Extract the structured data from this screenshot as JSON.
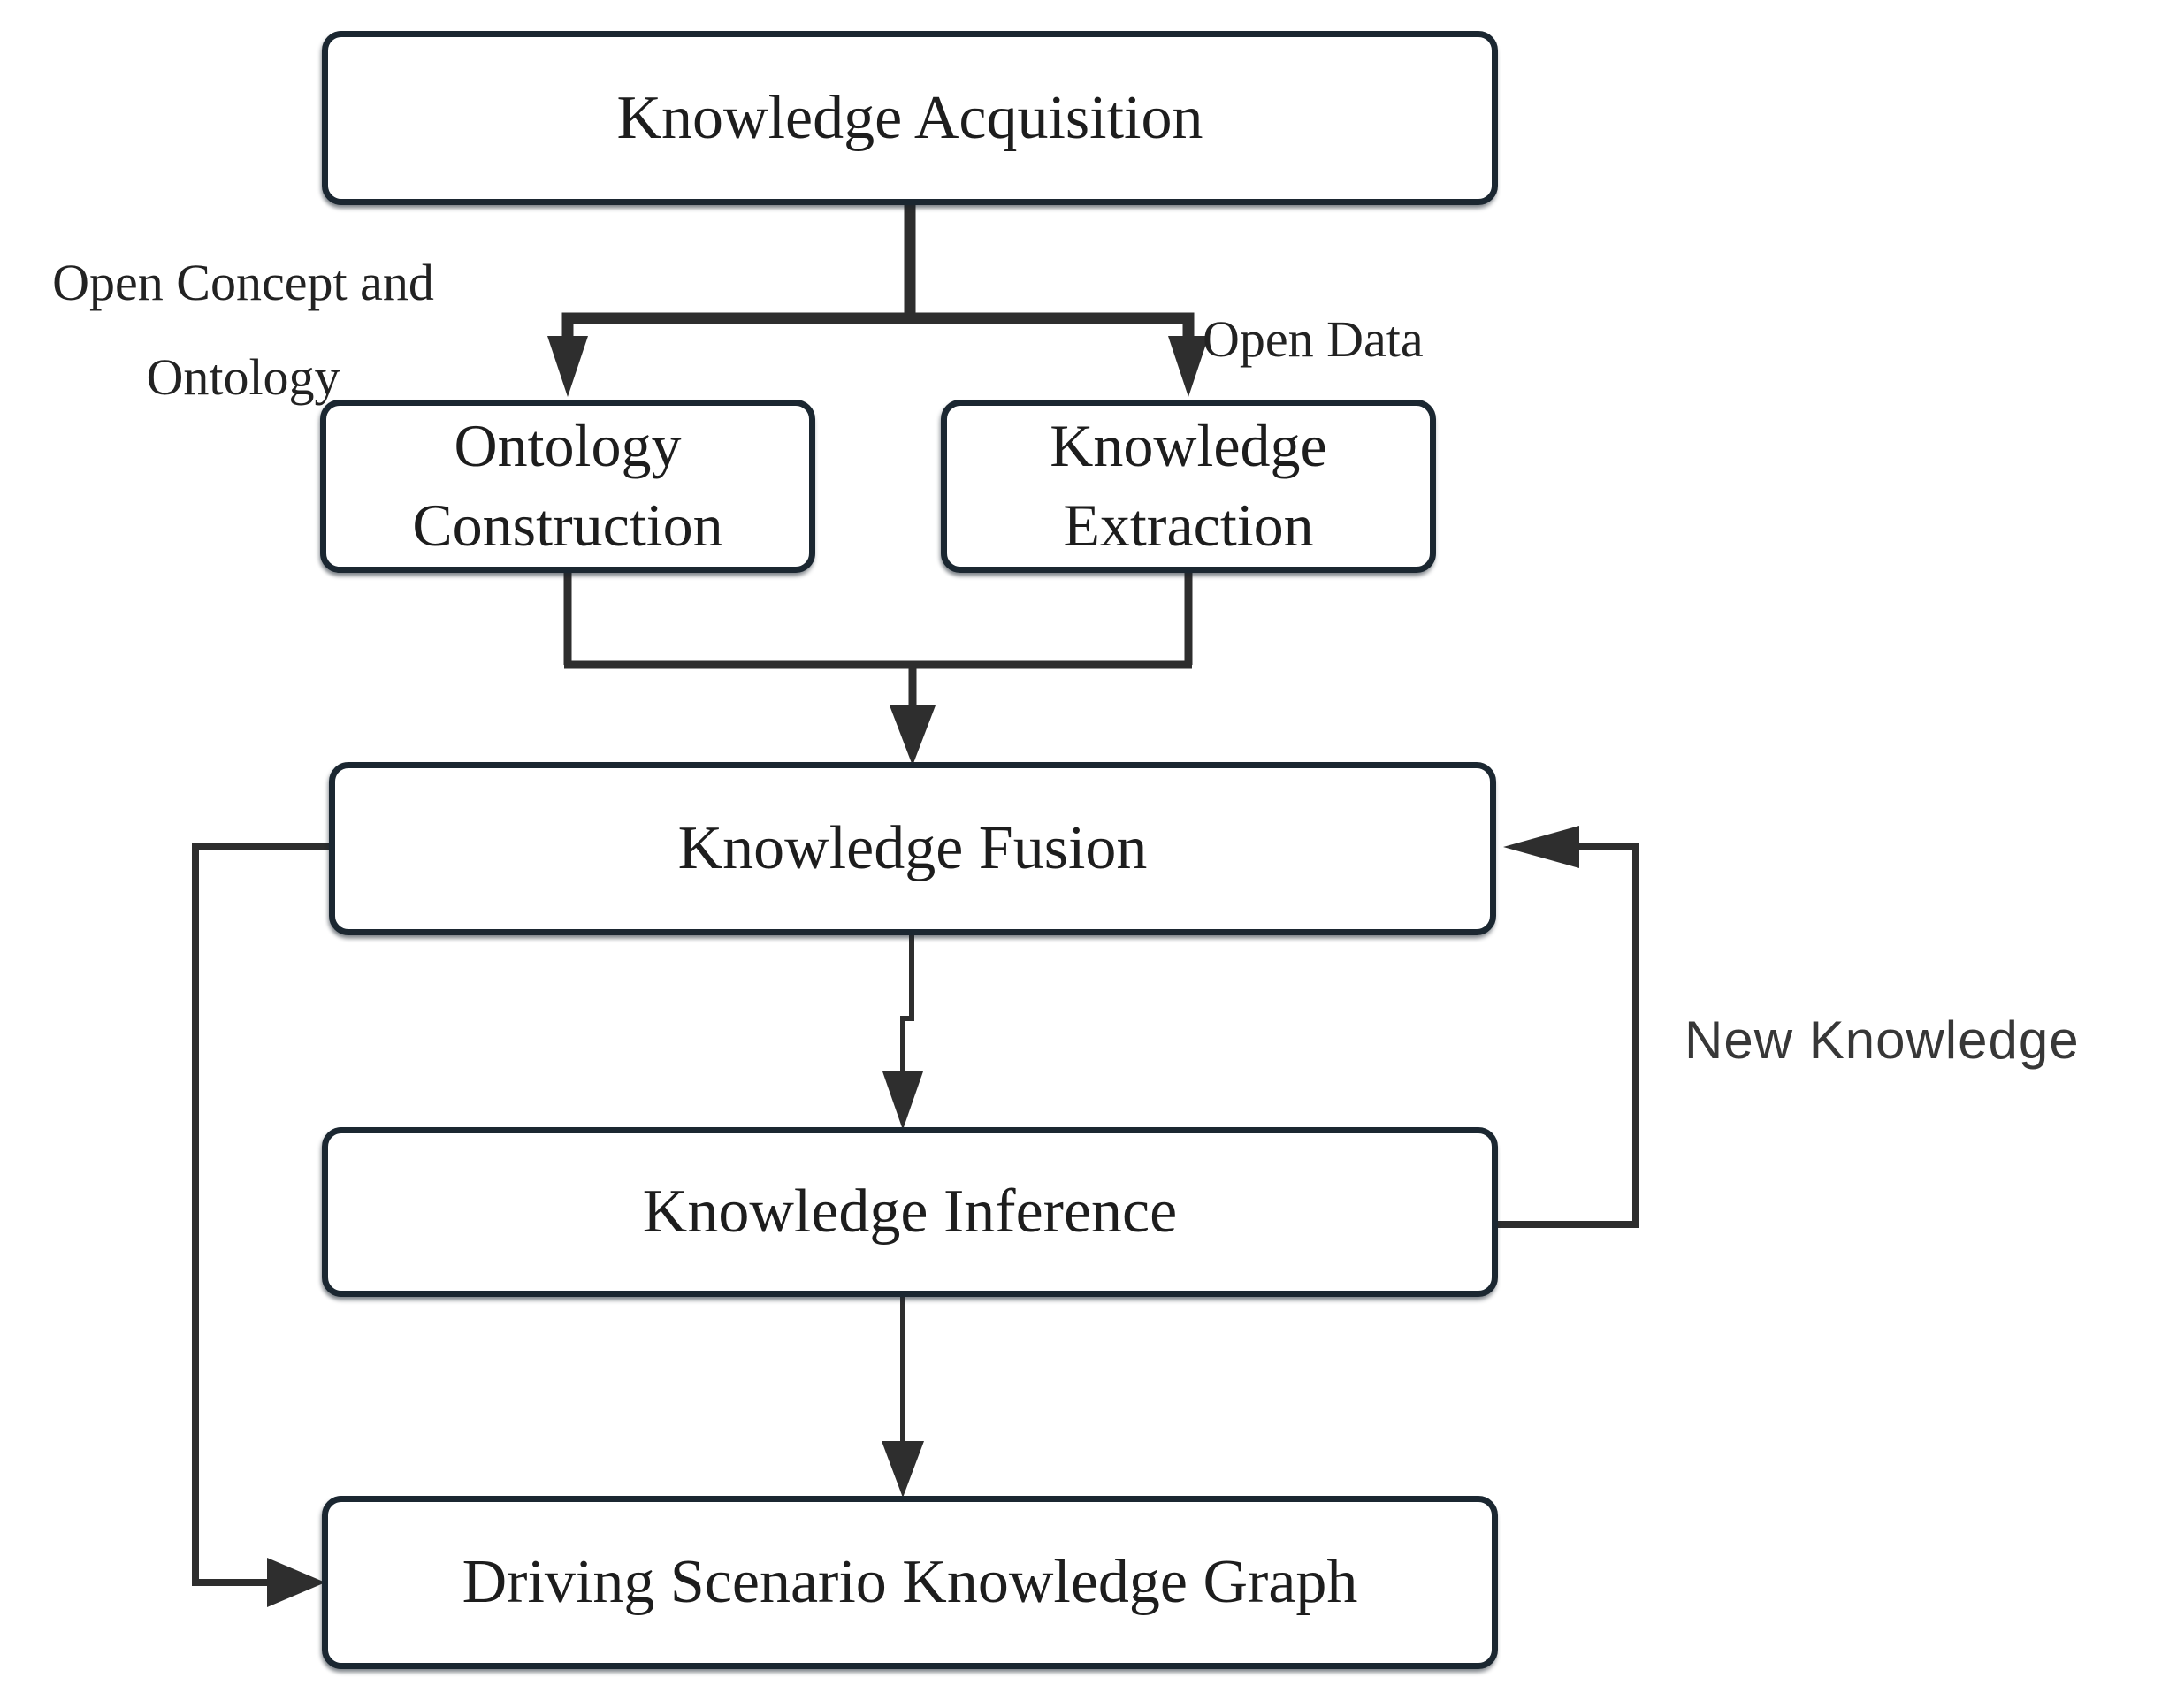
{
  "figure": {
    "type": "flowchart",
    "nodes": {
      "knowledge_acquisition": "Knowledge Acquisition",
      "ontology_construction": {
        "line1": "Ontology",
        "line2": "Construction"
      },
      "knowledge_extraction": {
        "line1": "Knowledge",
        "line2": "Extraction"
      },
      "knowledge_fusion": "Knowledge Fusion",
      "knowledge_inference": "Knowledge Inference",
      "driving_scenario_kg": "Driving Scenario Knowledge Graph"
    },
    "labels": {
      "open_concept_line1": "Open Concept and",
      "open_concept_line2": "Ontology",
      "open_data": "Open Data",
      "new_knowledge": "New Knowledge"
    },
    "colors": {
      "background": "#ffffff",
      "box_border": "#1b2731",
      "box_fill": "#ffffff",
      "connector": "#2e2e2e",
      "node_text": "#1d1d1d",
      "annotation_text": "#373737"
    }
  }
}
